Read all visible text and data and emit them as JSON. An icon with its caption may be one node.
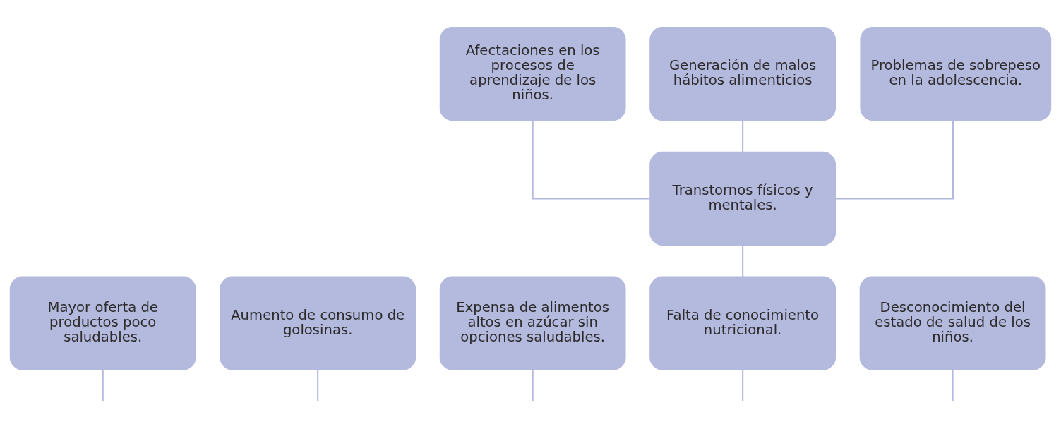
{
  "diagram": {
    "nodes": [
      {
        "text": [
          "Afectaciones en los procesos de aprendizaje de los niños."
        ]
      },
      {
        "text": [
          "Generación de malos hábitos alimenticios"
        ]
      },
      {
        "text": [
          "Problemas de sobrepeso en la adolescencia."
        ]
      },
      {
        "text": [
          "Transtornos físicos y mentales."
        ]
      },
      {
        "text": [
          "Mayor oferta de productos poco saludables."
        ]
      },
      {
        "text": [
          "Aumento de consumo de golosinas."
        ]
      },
      {
        "text": [
          "Expensa de alimentos altos en azúcar sin opciones saludables."
        ]
      },
      {
        "text": [
          "Falta de conocimiento nutricional."
        ]
      },
      {
        "text": [
          "Desconocimiento del estado de salud de los niños."
        ]
      }
    ],
    "edges": [
      {
        "from": 0,
        "to": 3,
        "arrow": "none"
      },
      {
        "from": 1,
        "to": 3,
        "arrow": "none"
      },
      {
        "from": 2,
        "to": 3,
        "arrow": "none"
      },
      {
        "from": 3,
        "to": 7,
        "arrow": "none"
      },
      {
        "from": 4,
        "to": null,
        "arrow": "none"
      },
      {
        "from": 5,
        "to": null,
        "arrow": "none"
      },
      {
        "from": 6,
        "to": null,
        "arrow": "none"
      },
      {
        "from": 7,
        "to": null,
        "arrow": "none"
      },
      {
        "from": 8,
        "to": null,
        "arrow": "none"
      }
    ]
  }
}
